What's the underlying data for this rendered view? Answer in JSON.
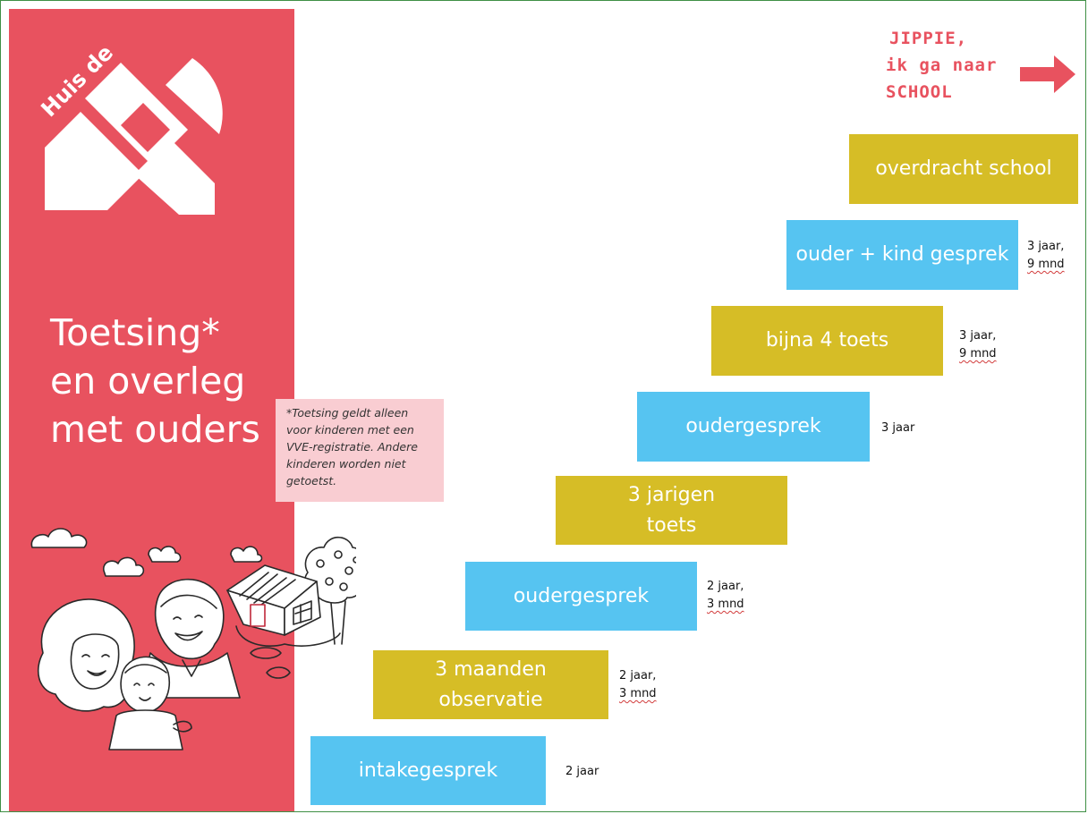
{
  "sidebar": {
    "logo_text": "Huis de",
    "title_lines": [
      "Toetsing*",
      "en overleg",
      "met ouders"
    ]
  },
  "note": {
    "text": "*Toetsing geldt alleen voor kinderen met een VVE-registratie. Andere kinderen worden niet getoetst."
  },
  "jippie": {
    "lines": [
      "JIPPIE,",
      "ik ga naar",
      "SCHOOL"
    ]
  },
  "steps": [
    {
      "label": "intakegesprek",
      "color": "blue",
      "age": [
        "2 jaar"
      ]
    },
    {
      "label": "3 maanden observatie",
      "color": "gold",
      "age": [
        "2 jaar,",
        "3 mnd"
      ]
    },
    {
      "label": "oudergesprek",
      "color": "blue",
      "age": [
        "2 jaar,",
        "3 mnd"
      ]
    },
    {
      "label": "3 jarigen toets",
      "color": "gold",
      "age": []
    },
    {
      "label": "oudergesprek",
      "color": "blue",
      "age": [
        "3 jaar"
      ]
    },
    {
      "label": "bijna 4 toets",
      "color": "gold",
      "age": [
        "3 jaar,",
        "9 mnd"
      ]
    },
    {
      "label": "ouder + kind gesprek",
      "color": "blue",
      "age": [
        "3 jaar,",
        "9 mnd"
      ]
    },
    {
      "label": "overdracht school",
      "color": "gold",
      "age": []
    }
  ],
  "colors": {
    "sidebar": "#e8525f",
    "gold": "#d6bd26",
    "blue": "#56c4f1",
    "note_bg": "#f9cdd2"
  }
}
